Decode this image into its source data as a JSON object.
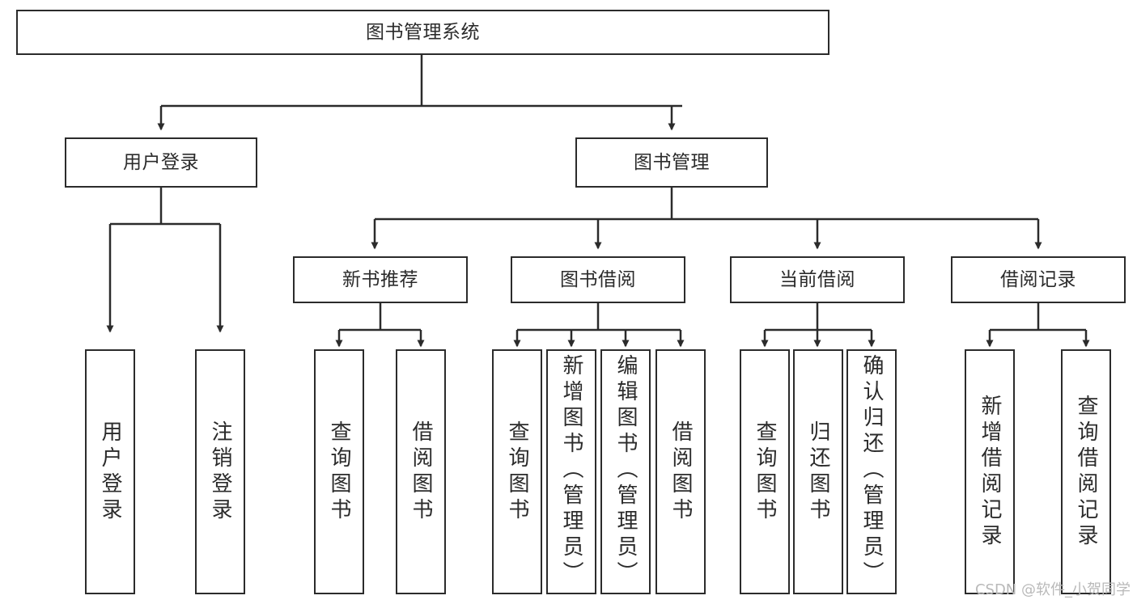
{
  "diagram": {
    "title": "图书管理系统",
    "watermark": "CSDN @软件_小贺同学",
    "line_color": "#2b2b2b",
    "text_color": "#2b2b2b",
    "background": "#ffffff",
    "nodes": {
      "root": {
        "label": "图书管理系统"
      },
      "l2": [
        {
          "id": "user-login",
          "label": "用户登录"
        },
        {
          "id": "book-management",
          "label": "图书管理"
        }
      ],
      "l3": [
        {
          "id": "new-book-recommend",
          "label": "新书推荐"
        },
        {
          "id": "book-borrow",
          "label": "图书借阅"
        },
        {
          "id": "current-borrow",
          "label": "当前借阅"
        },
        {
          "id": "borrow-record",
          "label": "借阅记录"
        }
      ],
      "leaves": {
        "user_login": [
          {
            "id": "leaf-user-login",
            "label": "用户登录"
          },
          {
            "id": "leaf-logout",
            "label": "注销登录"
          }
        ],
        "new_book_recommend": [
          {
            "id": "leaf-query-book-1",
            "label": "查询图书"
          },
          {
            "id": "leaf-borrow-book-1",
            "label": "借阅图书"
          }
        ],
        "book_borrow": [
          {
            "id": "leaf-query-book-2",
            "label": "查询图书"
          },
          {
            "id": "leaf-add-book",
            "label": "新增图书（管理员）"
          },
          {
            "id": "leaf-edit-book",
            "label": "编辑图书（管理员）"
          },
          {
            "id": "leaf-borrow-book-2",
            "label": "借阅图书"
          }
        ],
        "current_borrow": [
          {
            "id": "leaf-query-book-3",
            "label": "查询图书"
          },
          {
            "id": "leaf-return-book",
            "label": "归还图书"
          },
          {
            "id": "leaf-confirm-return",
            "label": "确认归还（管理员）"
          }
        ],
        "borrow_record": [
          {
            "id": "leaf-add-record",
            "label": "新增借阅记录"
          },
          {
            "id": "leaf-query-record",
            "label": "查询借阅记录"
          }
        ]
      }
    }
  }
}
